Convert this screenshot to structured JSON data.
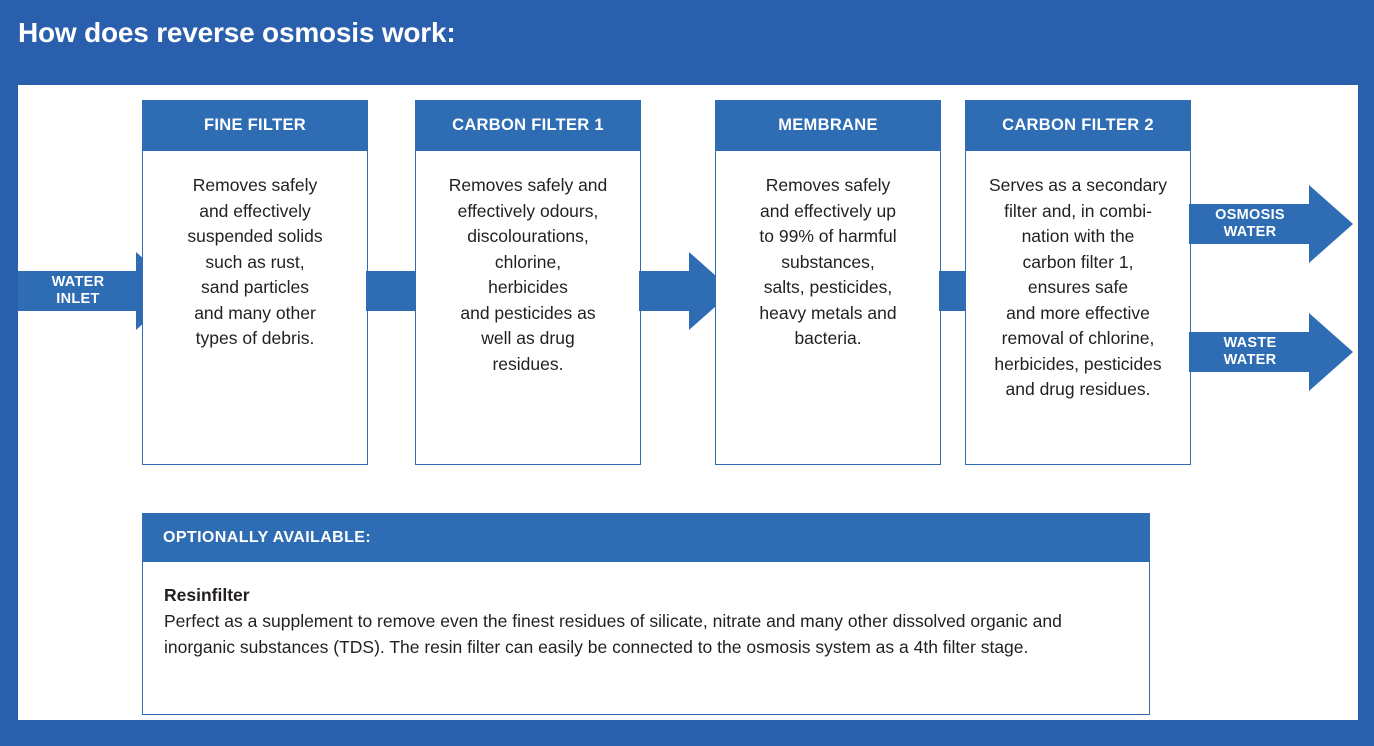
{
  "page": {
    "title": "How does reverse osmosis work:",
    "accent_blue": "#2e6db4",
    "background_blue": "#2a5fad",
    "panel_white": "#ffffff",
    "text_black": "#231f20"
  },
  "inlet": {
    "label": "WATER\nINLET"
  },
  "stages": [
    {
      "id": "fine-filter",
      "header": "FINE FILTER",
      "text": "Removes safely\nand effectively\nsuspended solids\nsuch as rust,\nsand particles\nand many other\ntypes of debris."
    },
    {
      "id": "carbon-filter-1",
      "header": "CARBON FILTER 1",
      "text": "Removes safely and\neffectively odours,\ndiscolourations,\nchlorine,\nherbicides\nand pesticides as\nwell as drug\nresidues."
    },
    {
      "id": "membrane",
      "header": "MEMBRANE",
      "text": "Removes safely\nand effectively up\nto 99% of harmful\nsubstances,\nsalts, pesticides,\nheavy metals and\nbacteria."
    },
    {
      "id": "carbon-filter-2",
      "header": "CARBON FILTER 2",
      "text": "Serves as a secondary\nfilter and, in combi-\nnation with the\ncarbon filter 1,\nensures safe\nand more effective\nremoval of chlorine,\nherbicides, pesticides\nand drug residues."
    }
  ],
  "outputs": [
    {
      "id": "osmosis-water",
      "label": "OSMOSIS\nWATER"
    },
    {
      "id": "waste-water",
      "label": "WASTE\nWATER"
    }
  ],
  "optional": {
    "header": "OPTIONALLY AVAILABLE:",
    "item_title": "Resinfilter",
    "item_text": "Perfect as a supplement to remove even the finest residues of silicate, nitrate and many other dissolved organic and inorganic substances (TDS). The resin filter can easily be connected to the osmosis system as a 4th filter stage."
  }
}
